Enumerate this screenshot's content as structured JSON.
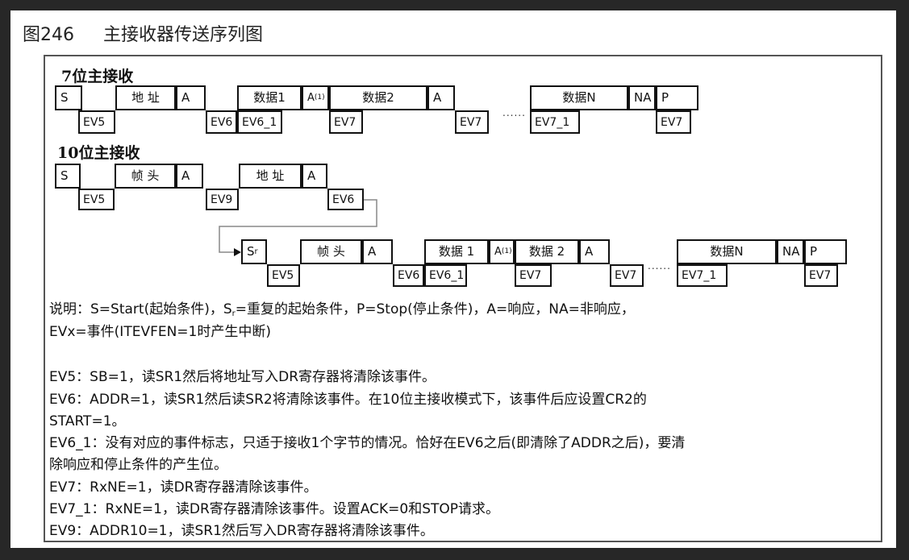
{
  "figure": {
    "label": "图246",
    "caption": "主接收器传送序列图"
  },
  "seq7": {
    "title": "7位主接收",
    "boxes": {
      "s": "S",
      "addr": "地 址",
      "a1": "A",
      "data1": "数据1",
      "a_note": "A",
      "a_note_sup": "(1)",
      "data2": "数据2",
      "a2": "A",
      "dots": "......",
      "dataN": "数据N",
      "na": "NA",
      "p": "P"
    },
    "events": {
      "ev5": "EV5",
      "ev6": "EV6",
      "ev6_1": "EV6_1",
      "ev7a": "EV7",
      "ev7b": "EV7",
      "ev7_1": "EV7_1",
      "ev7c": "EV7"
    }
  },
  "seq10": {
    "title": "10位主接收",
    "row1": {
      "s": "S",
      "header": "帧 头",
      "a1": "A",
      "addr": "地 址",
      "a2": "A"
    },
    "row1_events": {
      "ev5": "EV5",
      "ev9": "EV9",
      "ev6": "EV6"
    },
    "row2": {
      "sr": "S",
      "sr_sub": "r",
      "header": "帧 头",
      "a1": "A",
      "data1": "数据 1",
      "a_note": "A",
      "a_note_sup": "(1)",
      "data2": "数据 2",
      "a2": "A",
      "dots": "......",
      "dataN": "数据N",
      "na": "NA",
      "p": "P"
    },
    "row2_events": {
      "ev5": "EV5",
      "ev6": "EV6",
      "ev6_1": "EV6_1",
      "ev7a": "EV7",
      "ev7b": "EV7",
      "ev7_1": "EV7_1",
      "ev7c": "EV7"
    }
  },
  "notes": {
    "legend_part1": "说明：S=Start(起始条件)，S",
    "legend_sub": "r",
    "legend_part2": "=重复的起始条件，P=Stop(停止条件)，A=响应，NA=非响应，",
    "legend_line2": "EVx=事件(ITEVFEN=1时产生中断)",
    "ev5": "EV5：SB=1，读SR1然后将地址写入DR寄存器将清除该事件。",
    "ev6_line1": "EV6：ADDR=1，读SR1然后读SR2将清除该事件。在10位主接收模式下，该事件后应设置CR2的",
    "ev6_line2": "START=1。",
    "ev6_1_line1": "EV6_1：没有对应的事件标志，只适于接收1个字节的情况。恰好在EV6之后(即清除了ADDR之后)，要清",
    "ev6_1_line2": "除响应和停止条件的产生位。",
    "ev7": "EV7：RxNE=1，读DR寄存器清除该事件。",
    "ev7_1": "EV7_1：RxNE=1，读DR寄存器清除该事件。设置ACK=0和STOP请求。",
    "ev9": "EV9：ADDR10=1，读SR1然后写入DR寄存器将清除该事件。"
  }
}
